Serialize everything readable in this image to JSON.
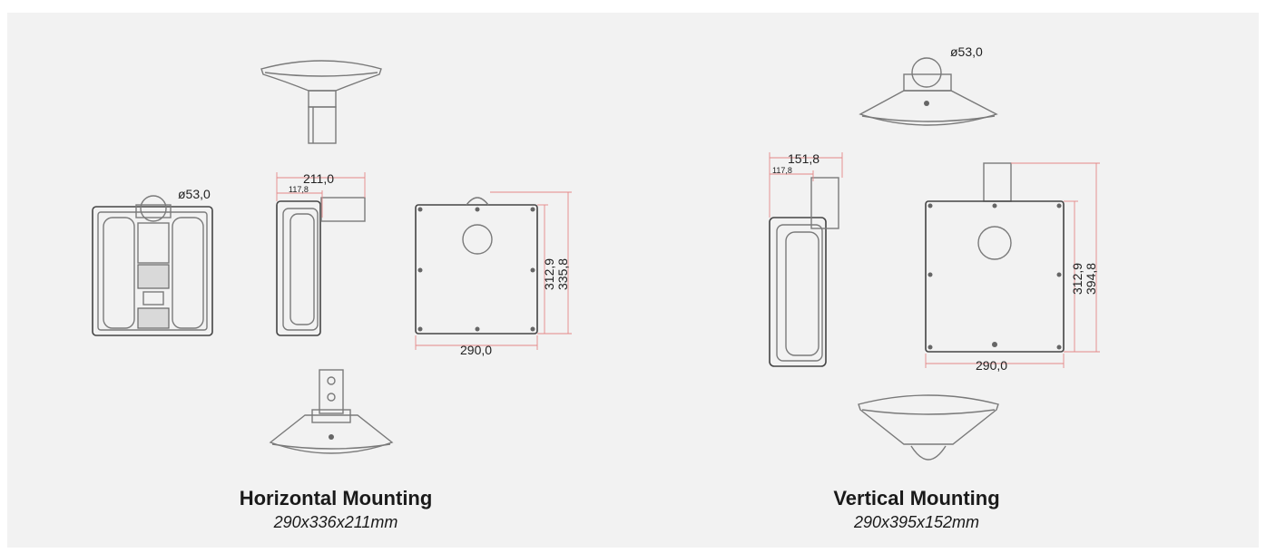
{
  "horizontal": {
    "title": "Horizontal Mounting",
    "size": "290x336x211mm",
    "dims": {
      "pipe_diameter": "ø53,0",
      "depth": "211,0",
      "depth_inner": "117,8",
      "height_inner": "312,9",
      "height_outer": "335,8",
      "width": "290,0"
    }
  },
  "vertical": {
    "title": "Vertical Mounting",
    "size": "290x395x152mm",
    "dims": {
      "pipe_diameter": "ø53,0",
      "depth": "151,8",
      "depth_inner": "117,8",
      "height_inner": "312,9",
      "height_outer": "394,8",
      "width": "290,0"
    }
  }
}
